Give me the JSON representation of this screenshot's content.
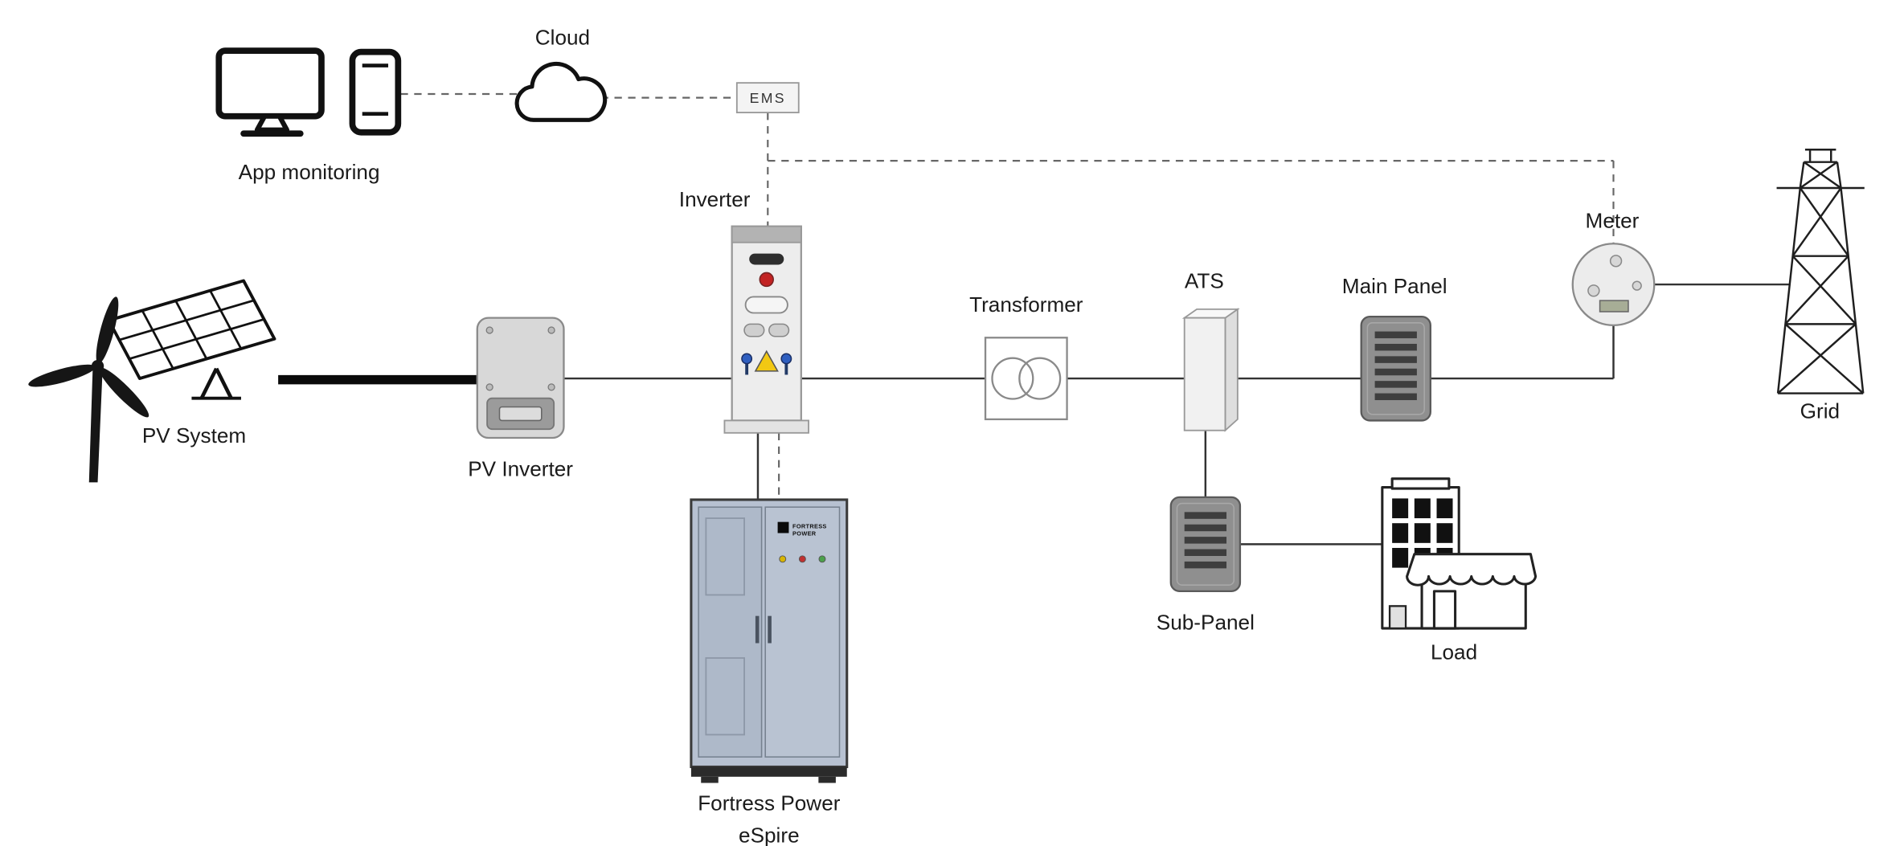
{
  "diagram": {
    "labels": {
      "app_monitoring": "App monitoring",
      "cloud": "Cloud",
      "ems": "EMS",
      "inverter": "Inverter",
      "pv_system": "PV System",
      "pv_inverter": "PV Inverter",
      "transformer": "Transformer",
      "ats": "ATS",
      "main_panel": "Main Panel",
      "meter": "Meter",
      "grid": "Grid",
      "battery_line1": "Fortress Power",
      "battery_line2": "eSpire",
      "sub_panel": "Sub-Panel",
      "load": "Load",
      "brand_line1": "FORTRESS",
      "brand_line2": "POWER"
    },
    "colors": {
      "battery_cabinet": "#b7c1d1",
      "battery_door_left": "#aeb9c9",
      "battery_door_right": "#b9c3d2",
      "led_yellow": "#d8b400",
      "led_red": "#c03030",
      "led_green": "#4ba04b",
      "inverter_led_red": "#c22222",
      "warning_yellow": "#f2c813",
      "connector_blue": "#2f5fc0",
      "meter_display": "#a7ad96",
      "line": "#333333"
    }
  }
}
